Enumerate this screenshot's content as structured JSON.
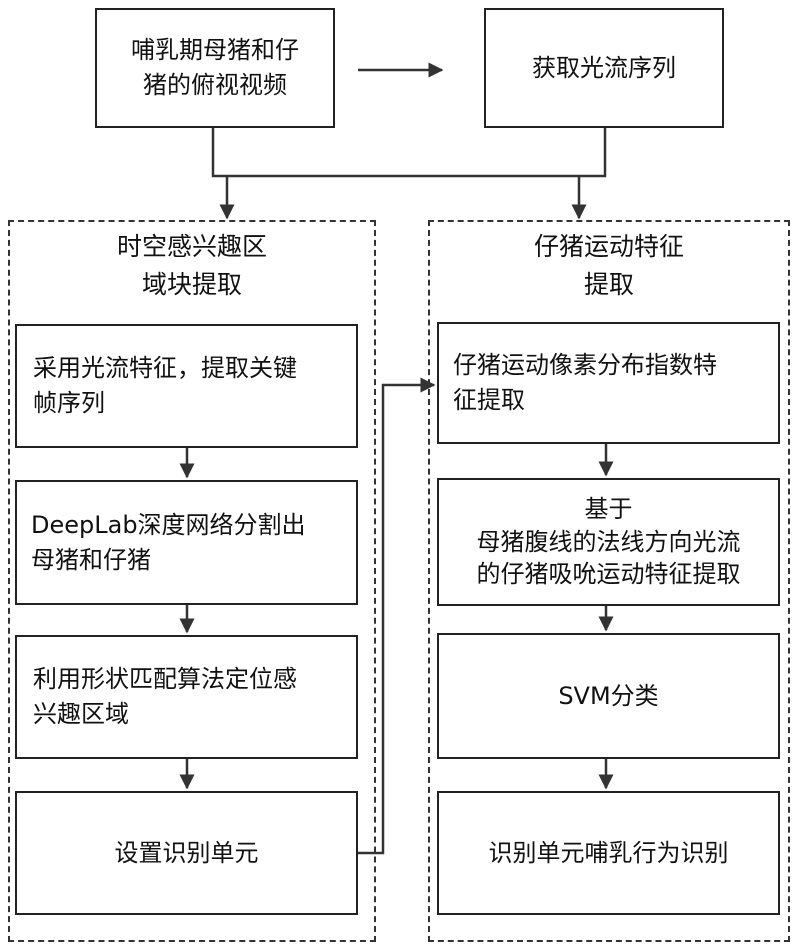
{
  "top": {
    "video": [
      "哺乳期母猪和仔",
      "猪的俯视视频"
    ],
    "optical_flow": "获取光流序列"
  },
  "left_group": {
    "title": [
      "时空感兴趣区",
      "域块提取"
    ],
    "steps": [
      [
        "采用光流特征，提取关键",
        "帧序列"
      ],
      [
        "DeepLab深度网络分割出",
        "母猪和仔猪"
      ],
      [
        "利用形状匹配算法定位感",
        "兴趣区域"
      ],
      [
        "设置识别单元"
      ]
    ]
  },
  "right_group": {
    "title": [
      "仔猪运动特征",
      "提取"
    ],
    "steps": [
      [
        "仔猪运动像素分布指数特",
        "征提取"
      ],
      [
        "基于",
        "母猪腹线的法线方向光流",
        "的仔猪吸吮运动特征提取"
      ],
      [
        "SVM分类"
      ],
      [
        "识别单元哺乳行为识别"
      ]
    ]
  }
}
